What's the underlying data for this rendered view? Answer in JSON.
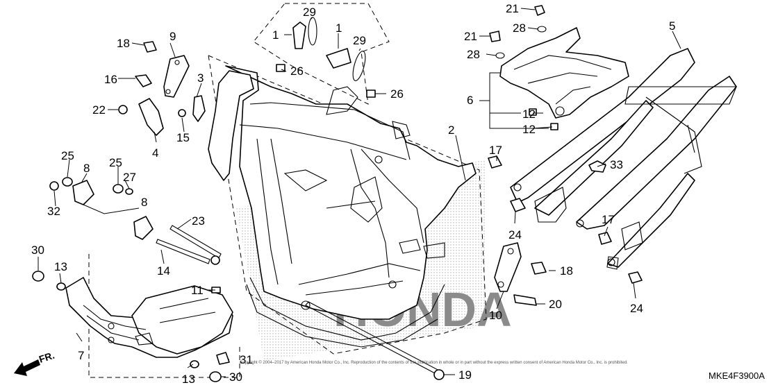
{
  "diagram": {
    "code": "MKE4F3900A",
    "front_marker": "FR.",
    "copyright": "Copyright © 2004–2017 by American Honda Motor Co., Inc. Reproduction of the contents of this publication in whole or in part without the express written consent of American Honda Motor Co., Inc. is prohibited.",
    "watermark_brand": "HONDA",
    "callouts": {
      "c1a": "1",
      "c1b": "1",
      "c2": "2",
      "c3": "3",
      "c4": "4",
      "c5": "5",
      "c6": "6",
      "c7": "7",
      "c8a": "8",
      "c8b": "8",
      "c9": "9",
      "c10": "10",
      "c11": "11",
      "c12a": "12",
      "c12b": "12",
      "c13a": "13",
      "c13b": "13",
      "c14": "14",
      "c15": "15",
      "c16": "16",
      "c17a": "17",
      "c17b": "17",
      "c18a": "18",
      "c18b": "18",
      "c19": "19",
      "c20": "20",
      "c21a": "21",
      "c21b": "21",
      "c22": "22",
      "c23": "23",
      "c24a": "24",
      "c24b": "24",
      "c25a": "25",
      "c25b": "25",
      "c26a": "26",
      "c26b": "26",
      "c27": "27",
      "c28a": "28",
      "c28b": "28",
      "c29a": "29",
      "c29b": "29",
      "c30a": "30",
      "c30b": "30",
      "c31": "31",
      "c32": "32",
      "c33": "33"
    }
  }
}
